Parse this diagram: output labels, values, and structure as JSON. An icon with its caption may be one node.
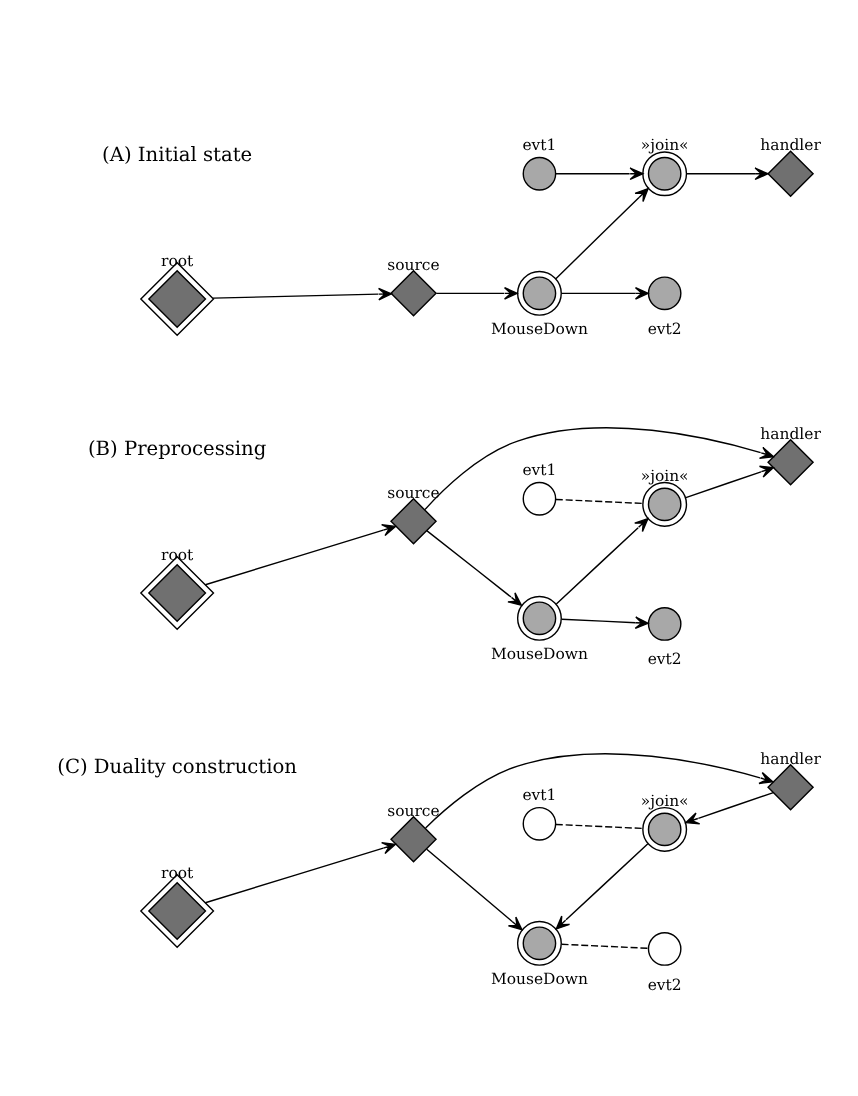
{
  "diagram": {
    "nodes": [
      {
        "text": [
          "root"
        ]
      },
      {
        "text": [
          "source"
        ]
      },
      {
        "text": [
          "MouseDown"
        ]
      },
      {
        "text": [
          "evt1"
        ]
      },
      {
        "text": [
          "»join«"
        ]
      },
      {
        "text": [
          "handler"
        ]
      },
      {
        "text": [
          "evt2"
        ]
      },
      {
        "text": [
          "root"
        ]
      },
      {
        "text": [
          "source"
        ]
      },
      {
        "text": [
          "MouseDown"
        ]
      },
      {
        "text": [
          "evt1"
        ]
      },
      {
        "text": [
          "»join«"
        ]
      },
      {
        "text": [
          "handler"
        ]
      },
      {
        "text": [
          "evt2"
        ]
      },
      {
        "text": [
          "root"
        ]
      },
      {
        "text": [
          "source"
        ]
      },
      {
        "text": [
          "MouseDown"
        ]
      },
      {
        "text": [
          "evt1"
        ]
      },
      {
        "text": [
          "»join«"
        ]
      },
      {
        "text": [
          "handler"
        ]
      },
      {
        "text": [
          "evt2"
        ]
      }
    ],
    "edges": [
      {
        "from": 0,
        "to": 1,
        "arrow": "to"
      },
      {
        "from": 1,
        "to": 2,
        "arrow": "to"
      },
      {
        "from": 3,
        "to": 4,
        "arrow": "to"
      },
      {
        "from": 2,
        "to": 4,
        "arrow": "to"
      },
      {
        "from": 4,
        "to": 5,
        "arrow": "to"
      },
      {
        "from": 2,
        "to": 6,
        "arrow": "to"
      },
      {
        "from": 7,
        "to": 8,
        "arrow": "to"
      },
      {
        "from": 8,
        "to": 9,
        "arrow": "to"
      },
      {
        "from": 10,
        "to": 11,
        "arrow": "none",
        "style": "dashed"
      },
      {
        "from": 9,
        "to": 11,
        "arrow": "to"
      },
      {
        "from": 11,
        "to": 12,
        "arrow": "to"
      },
      {
        "from": 9,
        "to": 13,
        "arrow": "to"
      },
      {
        "from": 8,
        "to": 12,
        "arrow": "to"
      },
      {
        "from": 14,
        "to": 15,
        "arrow": "to"
      },
      {
        "from": 15,
        "to": 16,
        "arrow": "to"
      },
      {
        "from": 17,
        "to": 18,
        "arrow": "none",
        "style": "dashed"
      },
      {
        "from": 18,
        "to": 16,
        "arrow": "to"
      },
      {
        "from": 19,
        "to": 18,
        "arrow": "to"
      },
      {
        "from": 16,
        "to": 20,
        "arrow": "none",
        "style": "dashed"
      },
      {
        "from": 15,
        "to": 19,
        "arrow": "to"
      }
    ],
    "labels": [
      "(A) Initial state",
      "(B) Preprocessing",
      "(C) Duality construction"
    ]
  }
}
